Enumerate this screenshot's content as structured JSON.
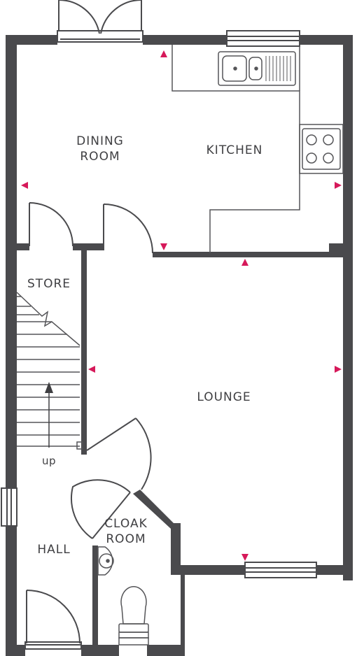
{
  "rooms": {
    "dining": [
      "DINING",
      "ROOM"
    ],
    "kitchen": "KITCHEN",
    "store": "STORE",
    "lounge": "LOUNGE",
    "hall": "HALL",
    "cloak": [
      "CLOAK",
      "ROOM"
    ]
  },
  "stairs": {
    "direction_label": "up"
  },
  "colors": {
    "wall": "#4a4a4d",
    "fixture": "#555558",
    "marker": "#d6195a"
  }
}
